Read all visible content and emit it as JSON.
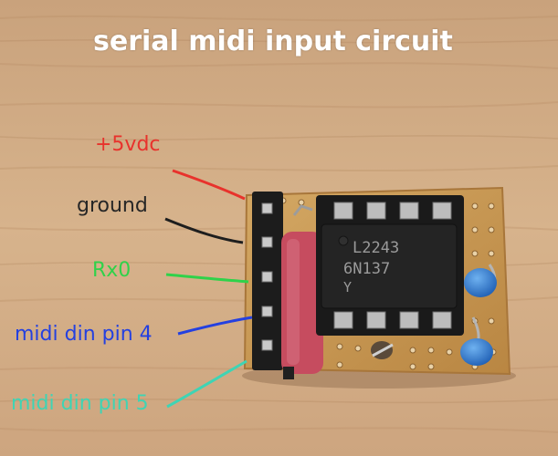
{
  "title": "serial midi input circuit",
  "labels": [
    {
      "id": "5v",
      "text": "+5vdc",
      "color": "#e8322c"
    },
    {
      "id": "gnd",
      "text": "ground",
      "color": "#262626"
    },
    {
      "id": "rx",
      "text": "Rx0",
      "color": "#2fd24a"
    },
    {
      "id": "p4",
      "text": "midi din pin 4",
      "color": "#2440e0"
    },
    {
      "id": "p5",
      "text": "midi din pin 5",
      "color": "#3fd4b4"
    }
  ],
  "chip": {
    "marking_line1": "L2243",
    "marking_line2": "6N137",
    "marking_line3": "Y"
  },
  "colors": {
    "board": "#c99a56",
    "wood": "#d2ad86",
    "capacitor": "#c74f61",
    "chip": "#202020",
    "led": "#3a7fd0"
  }
}
